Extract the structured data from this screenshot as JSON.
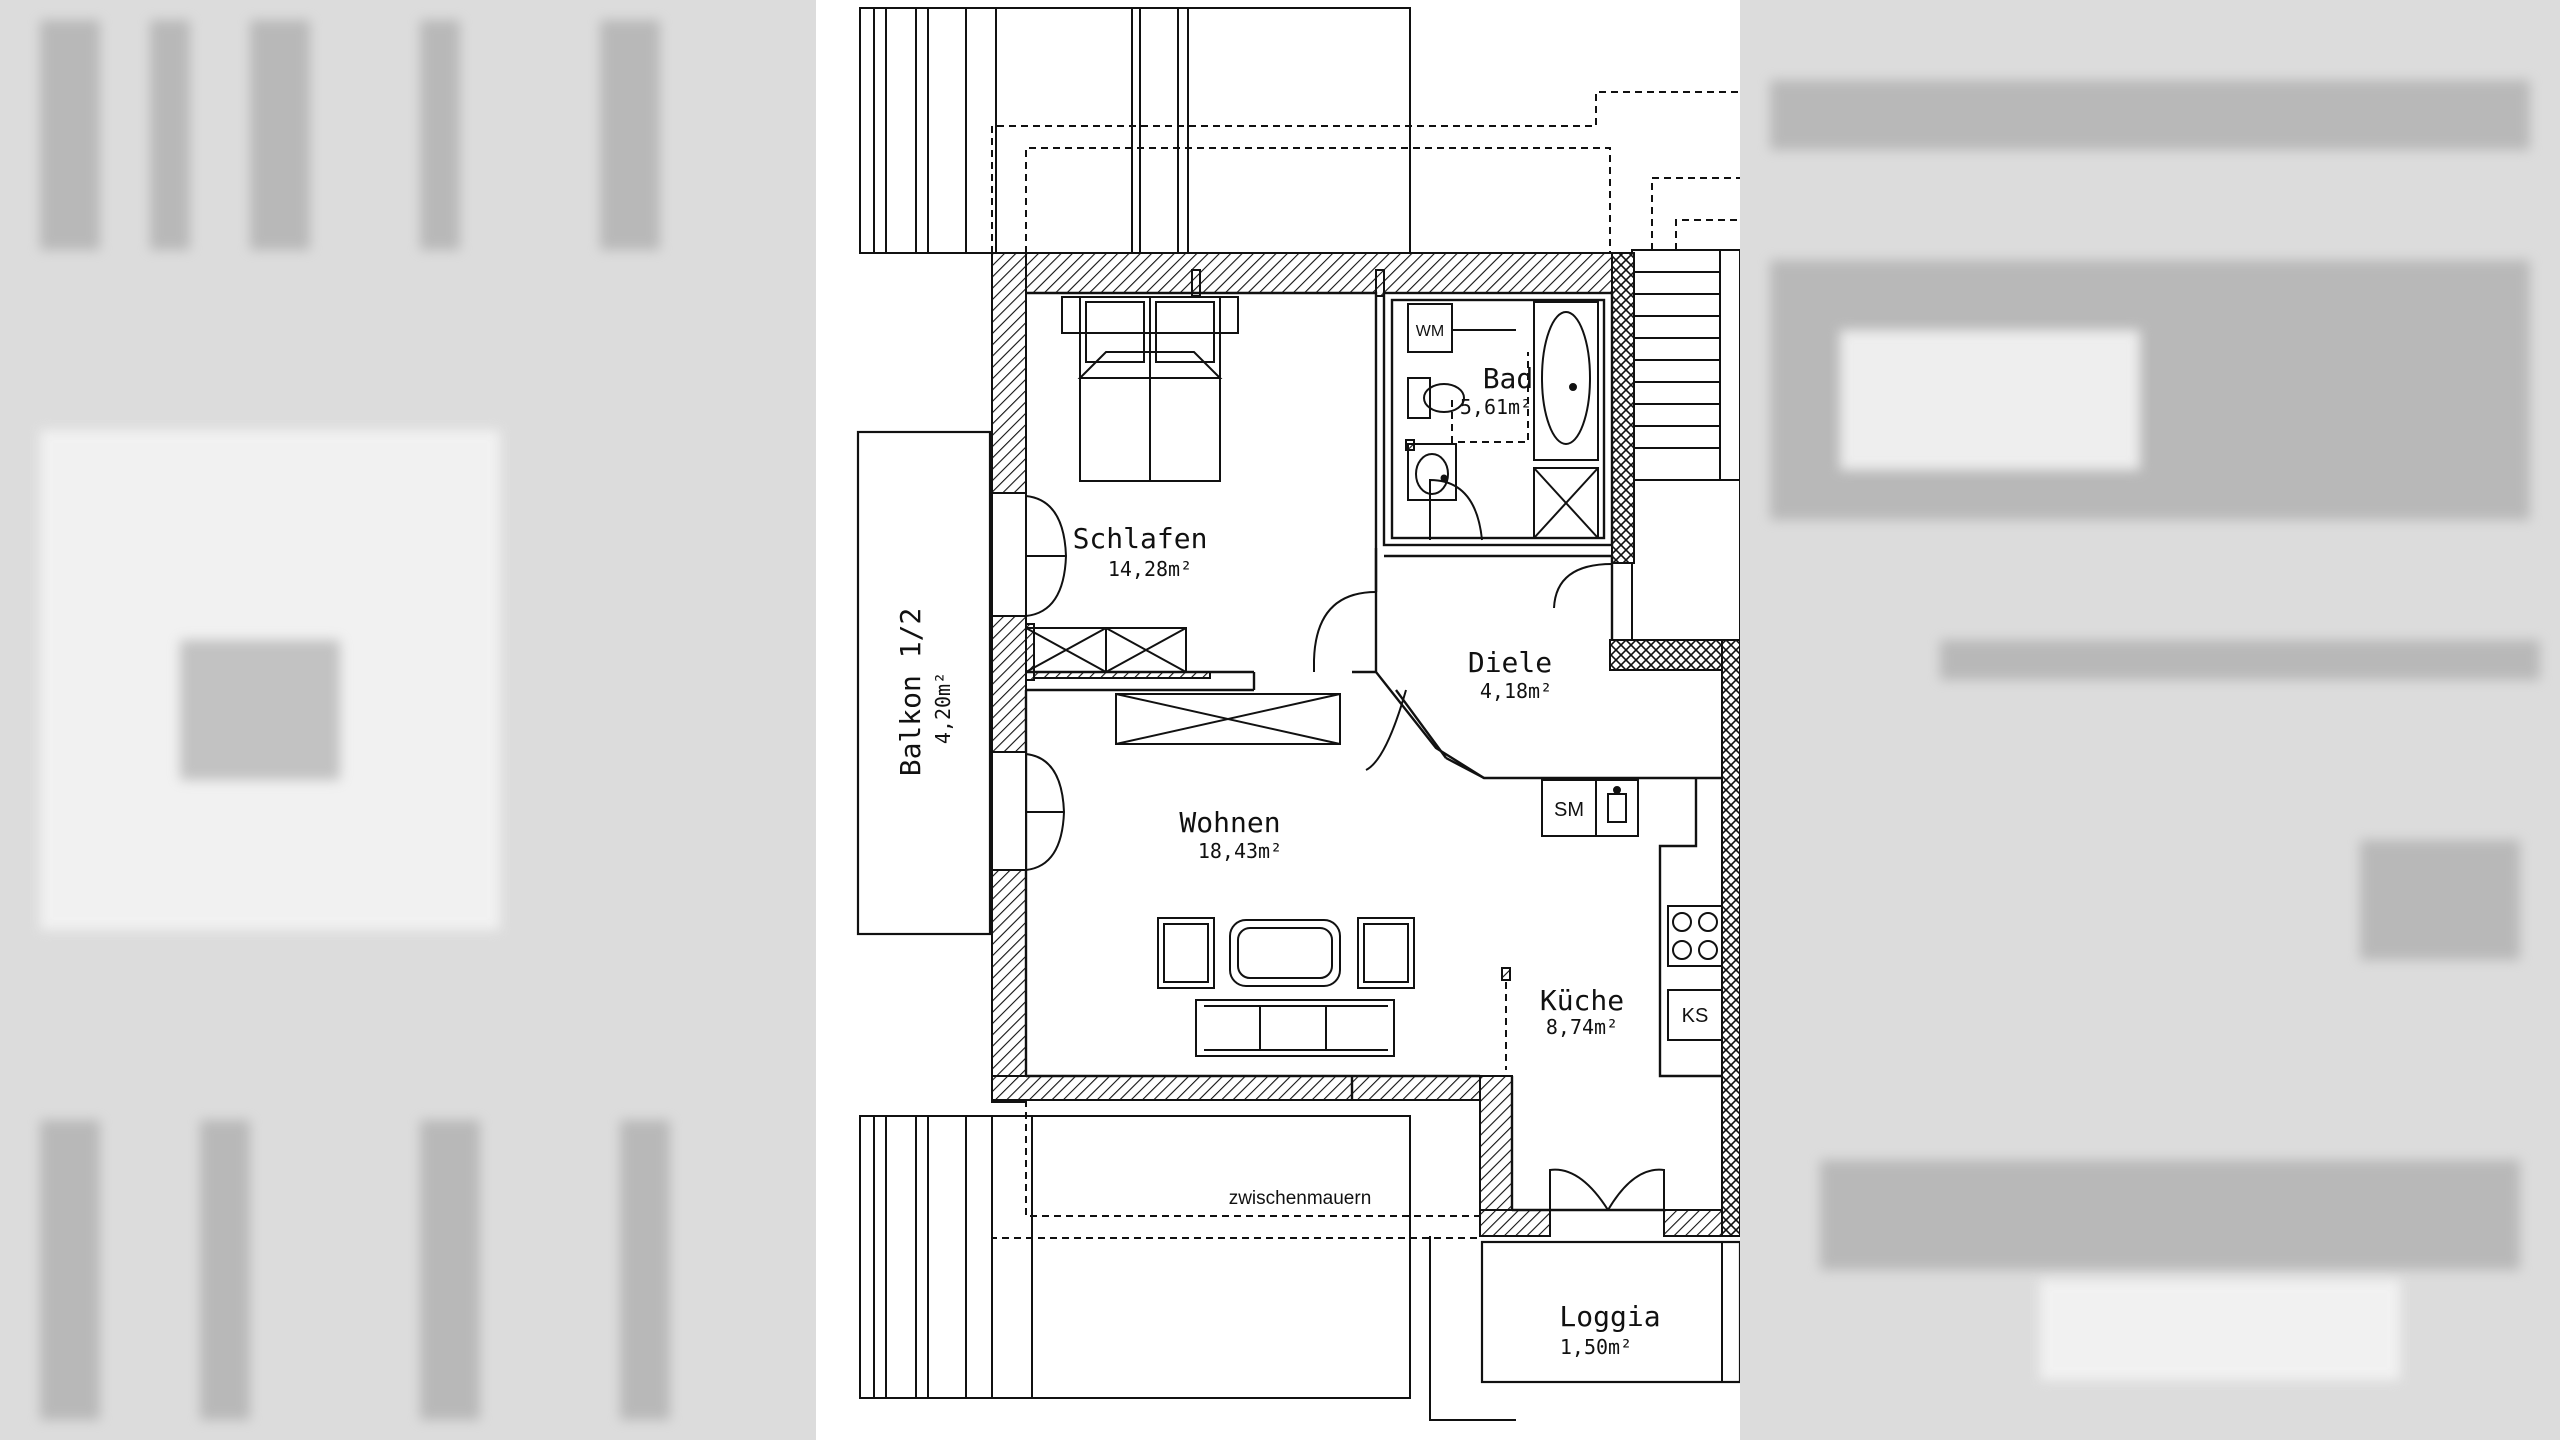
{
  "rooms": {
    "schlafen": {
      "name": "Schlafen",
      "area": "14,28m²"
    },
    "bad": {
      "name": "Bad",
      "area": "5,61m²"
    },
    "diele": {
      "name": "Diele",
      "area": "4,18m²"
    },
    "wohnen": {
      "name": "Wohnen",
      "area": "18,43m²"
    },
    "kueche": {
      "name": "Küche",
      "area": "8,74m²"
    },
    "balkon": {
      "name": "Balkon 1/2",
      "area": "4,20m²"
    },
    "loggia": {
      "name": "Loggia",
      "area": "1,50m²"
    }
  },
  "fixtures": {
    "wm": "WM",
    "sm": "SM",
    "ks": "KS"
  },
  "notes": {
    "zwischenmauern": "zwischenmauern"
  }
}
